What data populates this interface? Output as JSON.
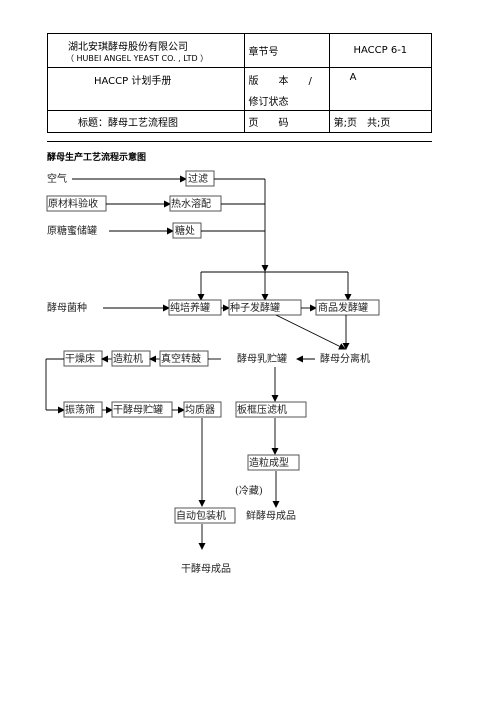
{
  "header": {
    "company_cn": "湖北安琪酵母股份有限公司",
    "company_en": "（ HUBEI ANGEL YEAST CO. , LTD ）",
    "chapter_label": "章节号",
    "chapter_value": "HACCP 6-1",
    "manual": "HACCP 计划手册",
    "version_label": "版　　本　　/",
    "version_value": "A",
    "revision_label": "修订状态",
    "title_label": "标题：酵母工艺流程图",
    "page_label": "页　　码",
    "page_value": "第;页　共;页"
  },
  "heading": "酵母生产工艺流程示意图",
  "nodes": {
    "air": "空气",
    "filter": "过滤",
    "raw_material": "原材料验收",
    "hot_water": "热水溶配",
    "molasses_tank": "原糖蜜储罐",
    "sugar_treatment": "糖处",
    "yeast_strain": "酵母菌种",
    "pure_culture": "纯培养罐",
    "seed_fermenter": "种子发酵罐",
    "commercial_fermenter": "商品发酵罐",
    "dryer_bed": "干燥床",
    "granulator": "造粒机",
    "vacuum_drum": "真空转鼓",
    "cream_tank": "酵母乳贮罐",
    "separator": "酵母分离机",
    "vibrating_sieve": "振荡筛",
    "dry_yeast_tank": "干酵母贮罐",
    "homogenizer": "均质器",
    "plate_filter": "板框压滤机",
    "granulation": "造粒成型",
    "cold_storage": "(冷藏)",
    "auto_packer": "自动包装机",
    "fresh_yeast": "鲜酵母成品",
    "dry_yeast": "干酵母成品"
  }
}
